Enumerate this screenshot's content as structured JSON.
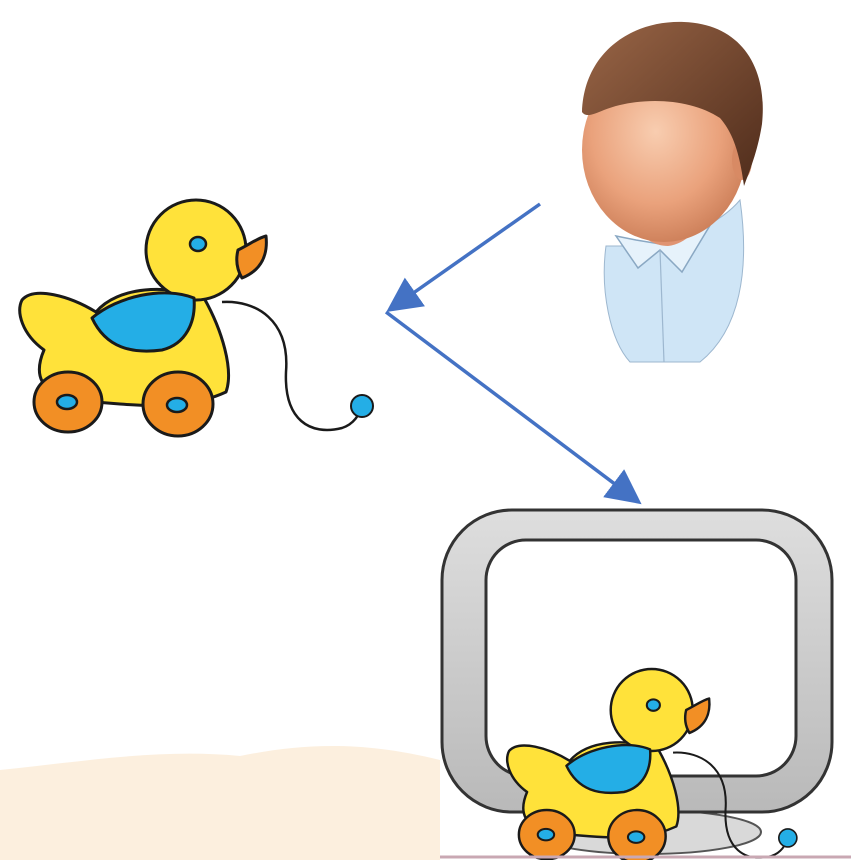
{
  "diagram": {
    "nodes": [
      {
        "id": "person",
        "icon": "person-icon"
      },
      {
        "id": "toy",
        "icon": "pull-toy-duck-icon"
      },
      {
        "id": "monitor",
        "icon": "monitor-icon",
        "contents": "pull-toy-duck-icon"
      }
    ],
    "edges": [
      {
        "from": "person",
        "to": "toy"
      },
      {
        "from": "toy",
        "to": "monitor"
      }
    ]
  },
  "colors": {
    "duck_body": "#ffe23a",
    "duck_wing": "#24aee6",
    "duck_beak": "#f28f25",
    "wheel": "#f28f25",
    "wheel_hub": "#24aee6",
    "outline": "#1a1a1a",
    "arrow": "#4472c4",
    "skin": "#e9a57f",
    "hair": "#7a4a2f",
    "shirt": "#cfe5f6",
    "monitor_frame": "#c7c7c7",
    "background_wash": "#fbecd8"
  }
}
